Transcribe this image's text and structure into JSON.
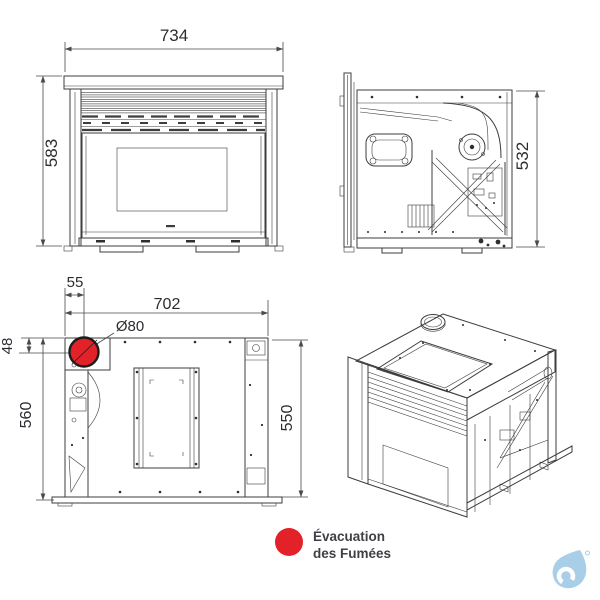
{
  "page": {
    "background": "#ffffff"
  },
  "drawing": {
    "line_color": "#3d3d3d",
    "accent_red": "#e32128",
    "views": {
      "front": {
        "width_mm": "734",
        "height_mm": "583"
      },
      "side": {
        "height_mm": "532"
      },
      "rear": {
        "flue_offset_x_mm": "55",
        "width_mm": "702",
        "flue_diameter": "Ø80",
        "flue_offset_y_mm": "48",
        "height_left_mm": "560",
        "height_right_mm": "550"
      }
    }
  },
  "legend": {
    "marker_color": "#e32128",
    "line1": "Évacuation",
    "line2": "des Fumées"
  },
  "logo": {
    "color": "#a8cee8"
  }
}
